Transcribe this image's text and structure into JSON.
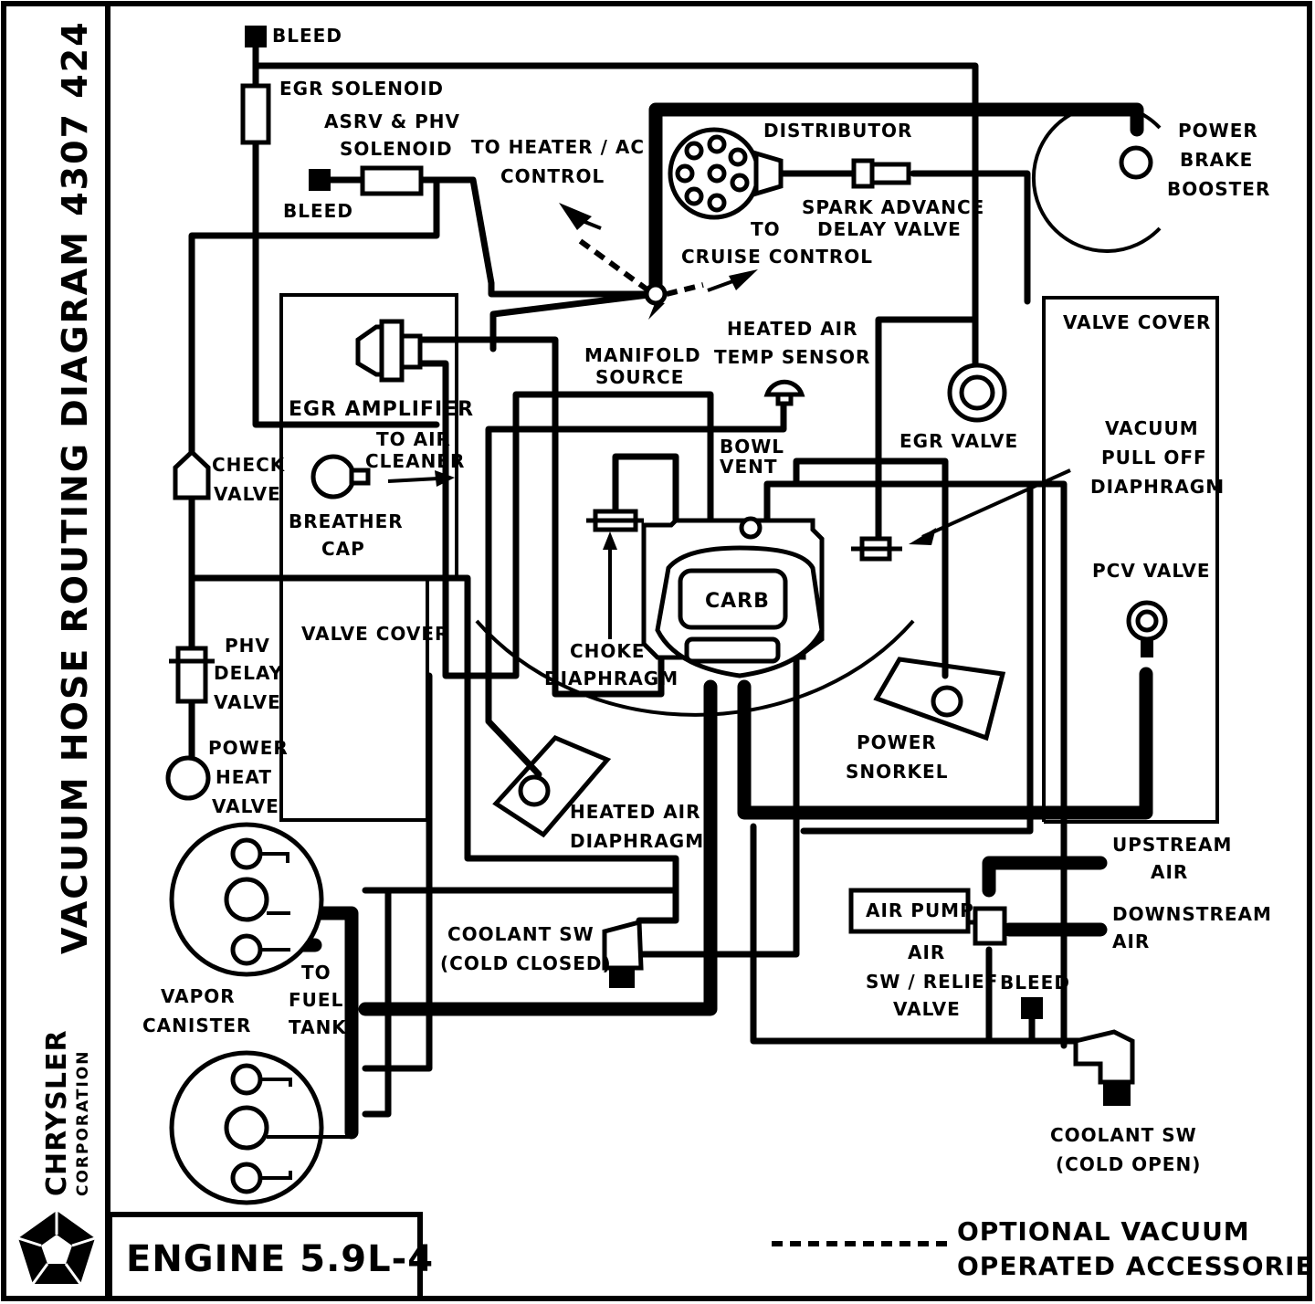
{
  "side_title": "VACUUM HOSE ROUTING DIAGRAM 4307 424",
  "brand": {
    "name": "CHRYSLER",
    "sub": "CORPORATION"
  },
  "engine": "ENGINE 5.9L-4",
  "legend": {
    "line1": "OPTIONAL VACUUM",
    "line2": "OPERATED ACCESSORIES"
  },
  "labels": {
    "bleed_top": "BLEED",
    "egr_solenoid": "EGR SOLENOID",
    "asrv_1": "ASRV & PHV",
    "asrv_2": "SOLENOID",
    "bleed_left": "BLEED",
    "to_heater_1": "TO HEATER / AC",
    "to_heater_2": "CONTROL",
    "distributor": "DISTRIBUTOR",
    "spark_1": "SPARK ADVANCE",
    "spark_2": "DELAY VALVE",
    "to_cruise_1": "TO",
    "to_cruise_2": "CRUISE CONTROL",
    "power_brake_1": "POWER",
    "power_brake_2": "BRAKE",
    "power_brake_3": "BOOSTER",
    "manifold_1": "MANIFOLD",
    "manifold_2": "SOURCE",
    "heated_air_temp_1": "HEATED AIR",
    "heated_air_temp_2": "TEMP SENSOR",
    "valve_cover_right": "VALVE COVER",
    "egr_amplifier": "EGR AMPLIFIER",
    "to_air_1": "TO AIR",
    "to_air_2": "CLEANER",
    "bowl_1": "BOWL",
    "bowl_2": "VENT",
    "egr_valve": "EGR VALVE",
    "vacuum_pull_1": "VACUUM",
    "vacuum_pull_2": "PULL OFF",
    "vacuum_pull_3": "DIAPHRAGM",
    "check_1": "CHECK",
    "check_2": "VALVE",
    "breather_1": "BREATHER",
    "breather_2": "CAP",
    "carb": "CARB",
    "pcv_valve": "PCV VALVE",
    "phv_1": "PHV",
    "phv_2": "DELAY",
    "phv_3": "VALVE",
    "valve_cover_left": "VALVE COVER",
    "choke_1": "CHOKE",
    "choke_2": "DIAPHRAGM",
    "power_heat_1": "POWER",
    "power_heat_2": "HEAT",
    "power_heat_3": "VALVE",
    "power_snorkel_1": "POWER",
    "power_snorkel_2": "SNORKEL",
    "heated_air_diaph_1": "HEATED AIR",
    "heated_air_diaph_2": "DIAPHRAGM",
    "upstream_1": "UPSTREAM",
    "upstream_2": "AIR",
    "air_pump": "AIR PUMP",
    "downstream_1": "DOWNSTREAM",
    "downstream_2": "AIR",
    "coolant_cold_closed_1": "COOLANT SW",
    "coolant_cold_closed_2": "(COLD CLOSED)",
    "air_sw_1": "AIR",
    "air_sw_2": "SW / RELIEF",
    "air_sw_3": "VALVE",
    "bleed_right": "BLEED",
    "to_fuel_1": "TO",
    "to_fuel_2": "FUEL",
    "to_fuel_3": "TANK",
    "vapor_1": "VAPOR",
    "vapor_2": "CANISTER",
    "coolant_cold_open_1": "COOLANT SW",
    "coolant_cold_open_2": "(COLD OPEN)"
  }
}
